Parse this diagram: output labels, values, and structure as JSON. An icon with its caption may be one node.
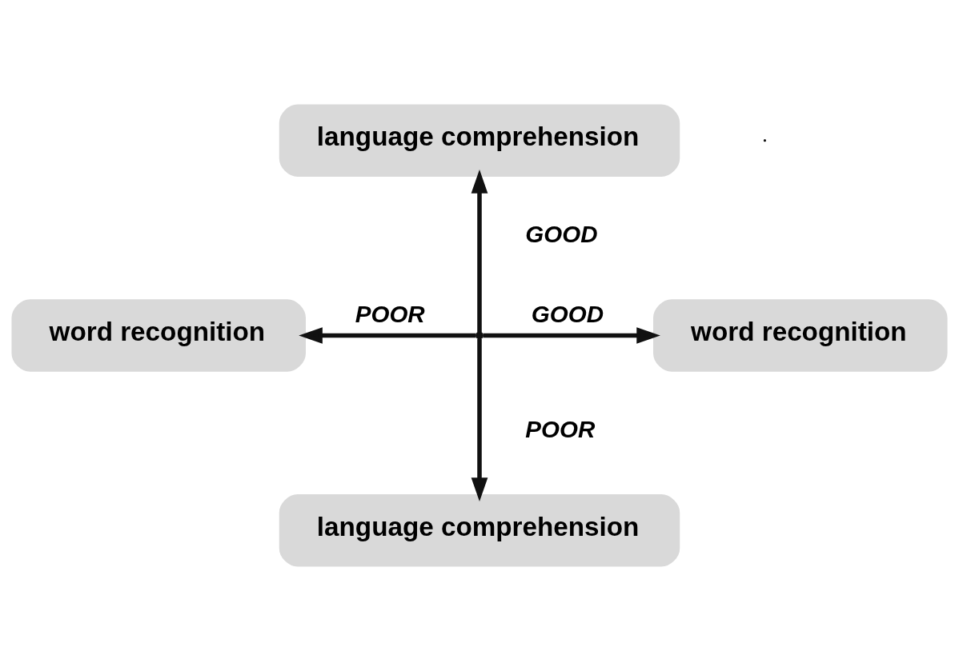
{
  "diagram": {
    "nodes": [
      {
        "text": [
          "language comprehension"
        ]
      },
      {
        "text": [
          "word recognition"
        ]
      },
      {
        "text": [
          "word recognition"
        ]
      },
      {
        "text": [
          "language comprehension"
        ]
      },
      {
        "text": [],
        "shape": "point"
      }
    ],
    "edges": [
      {
        "from": 4,
        "to": 0,
        "arrow": "to",
        "label": "GOOD"
      },
      {
        "from": 4,
        "to": 1,
        "arrow": "to",
        "label": "POOR"
      },
      {
        "from": 4,
        "to": 2,
        "arrow": "to",
        "label": "GOOD"
      },
      {
        "from": 4,
        "to": 3,
        "arrow": "to",
        "label": "POOR"
      }
    ]
  }
}
